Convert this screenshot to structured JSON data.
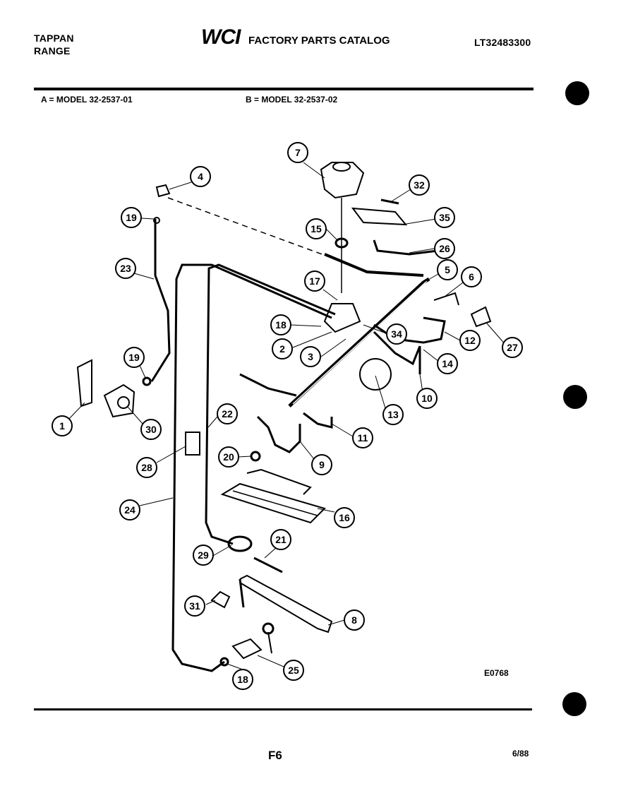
{
  "header": {
    "brand_line1": "TAPPAN",
    "brand_line2": "RANGE",
    "logo_text": "WCI",
    "catalog_title": "FACTORY PARTS CATALOG",
    "catalog_number": "LT32483300"
  },
  "models": {
    "a": "A = MODEL 32-2537-01",
    "b": "B = MODEL 32-2537-02"
  },
  "diagram": {
    "code": "E0768",
    "callouts": [
      "7",
      "32",
      "35",
      "15",
      "26",
      "5",
      "6",
      "17",
      "4",
      "19",
      "23",
      "18",
      "2",
      "3",
      "34",
      "12",
      "27",
      "14",
      "10",
      "13",
      "19",
      "1",
      "30",
      "22",
      "11",
      "9",
      "20",
      "28",
      "16",
      "24",
      "21",
      "29",
      "31",
      "8",
      "25",
      "18"
    ]
  },
  "footer": {
    "page": "F6",
    "date": "6/88"
  },
  "colors": {
    "ink": "#000000",
    "paper": "#ffffff"
  }
}
